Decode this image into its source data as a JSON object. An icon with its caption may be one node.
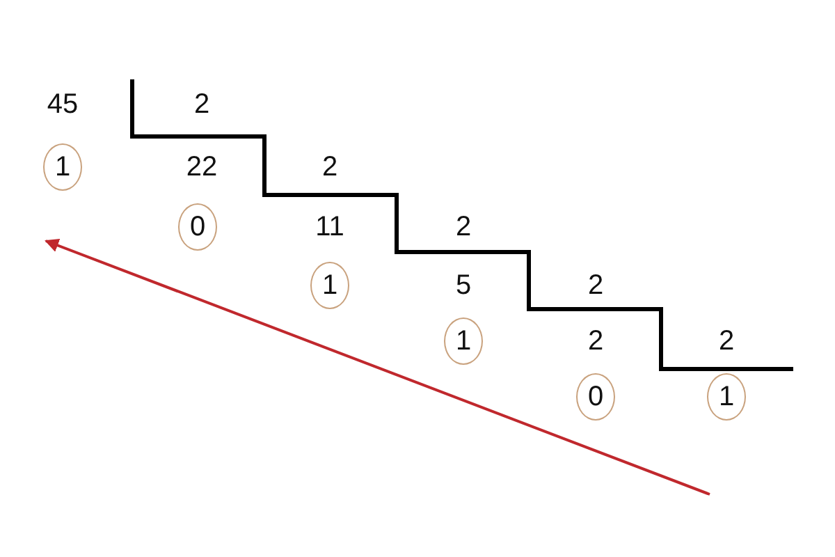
{
  "diagram": {
    "nodes": [
      {
        "text": [
          "1"
        ]
      },
      {
        "text": [
          "0"
        ]
      },
      {
        "text": [
          "1"
        ]
      },
      {
        "text": [
          "1"
        ]
      },
      {
        "text": [
          "0"
        ]
      },
      {
        "text": [
          "1"
        ]
      }
    ],
    "labels": [
      "45",
      "2",
      "22",
      "2",
      "11",
      "2",
      "5",
      "2",
      "2",
      "2"
    ]
  }
}
